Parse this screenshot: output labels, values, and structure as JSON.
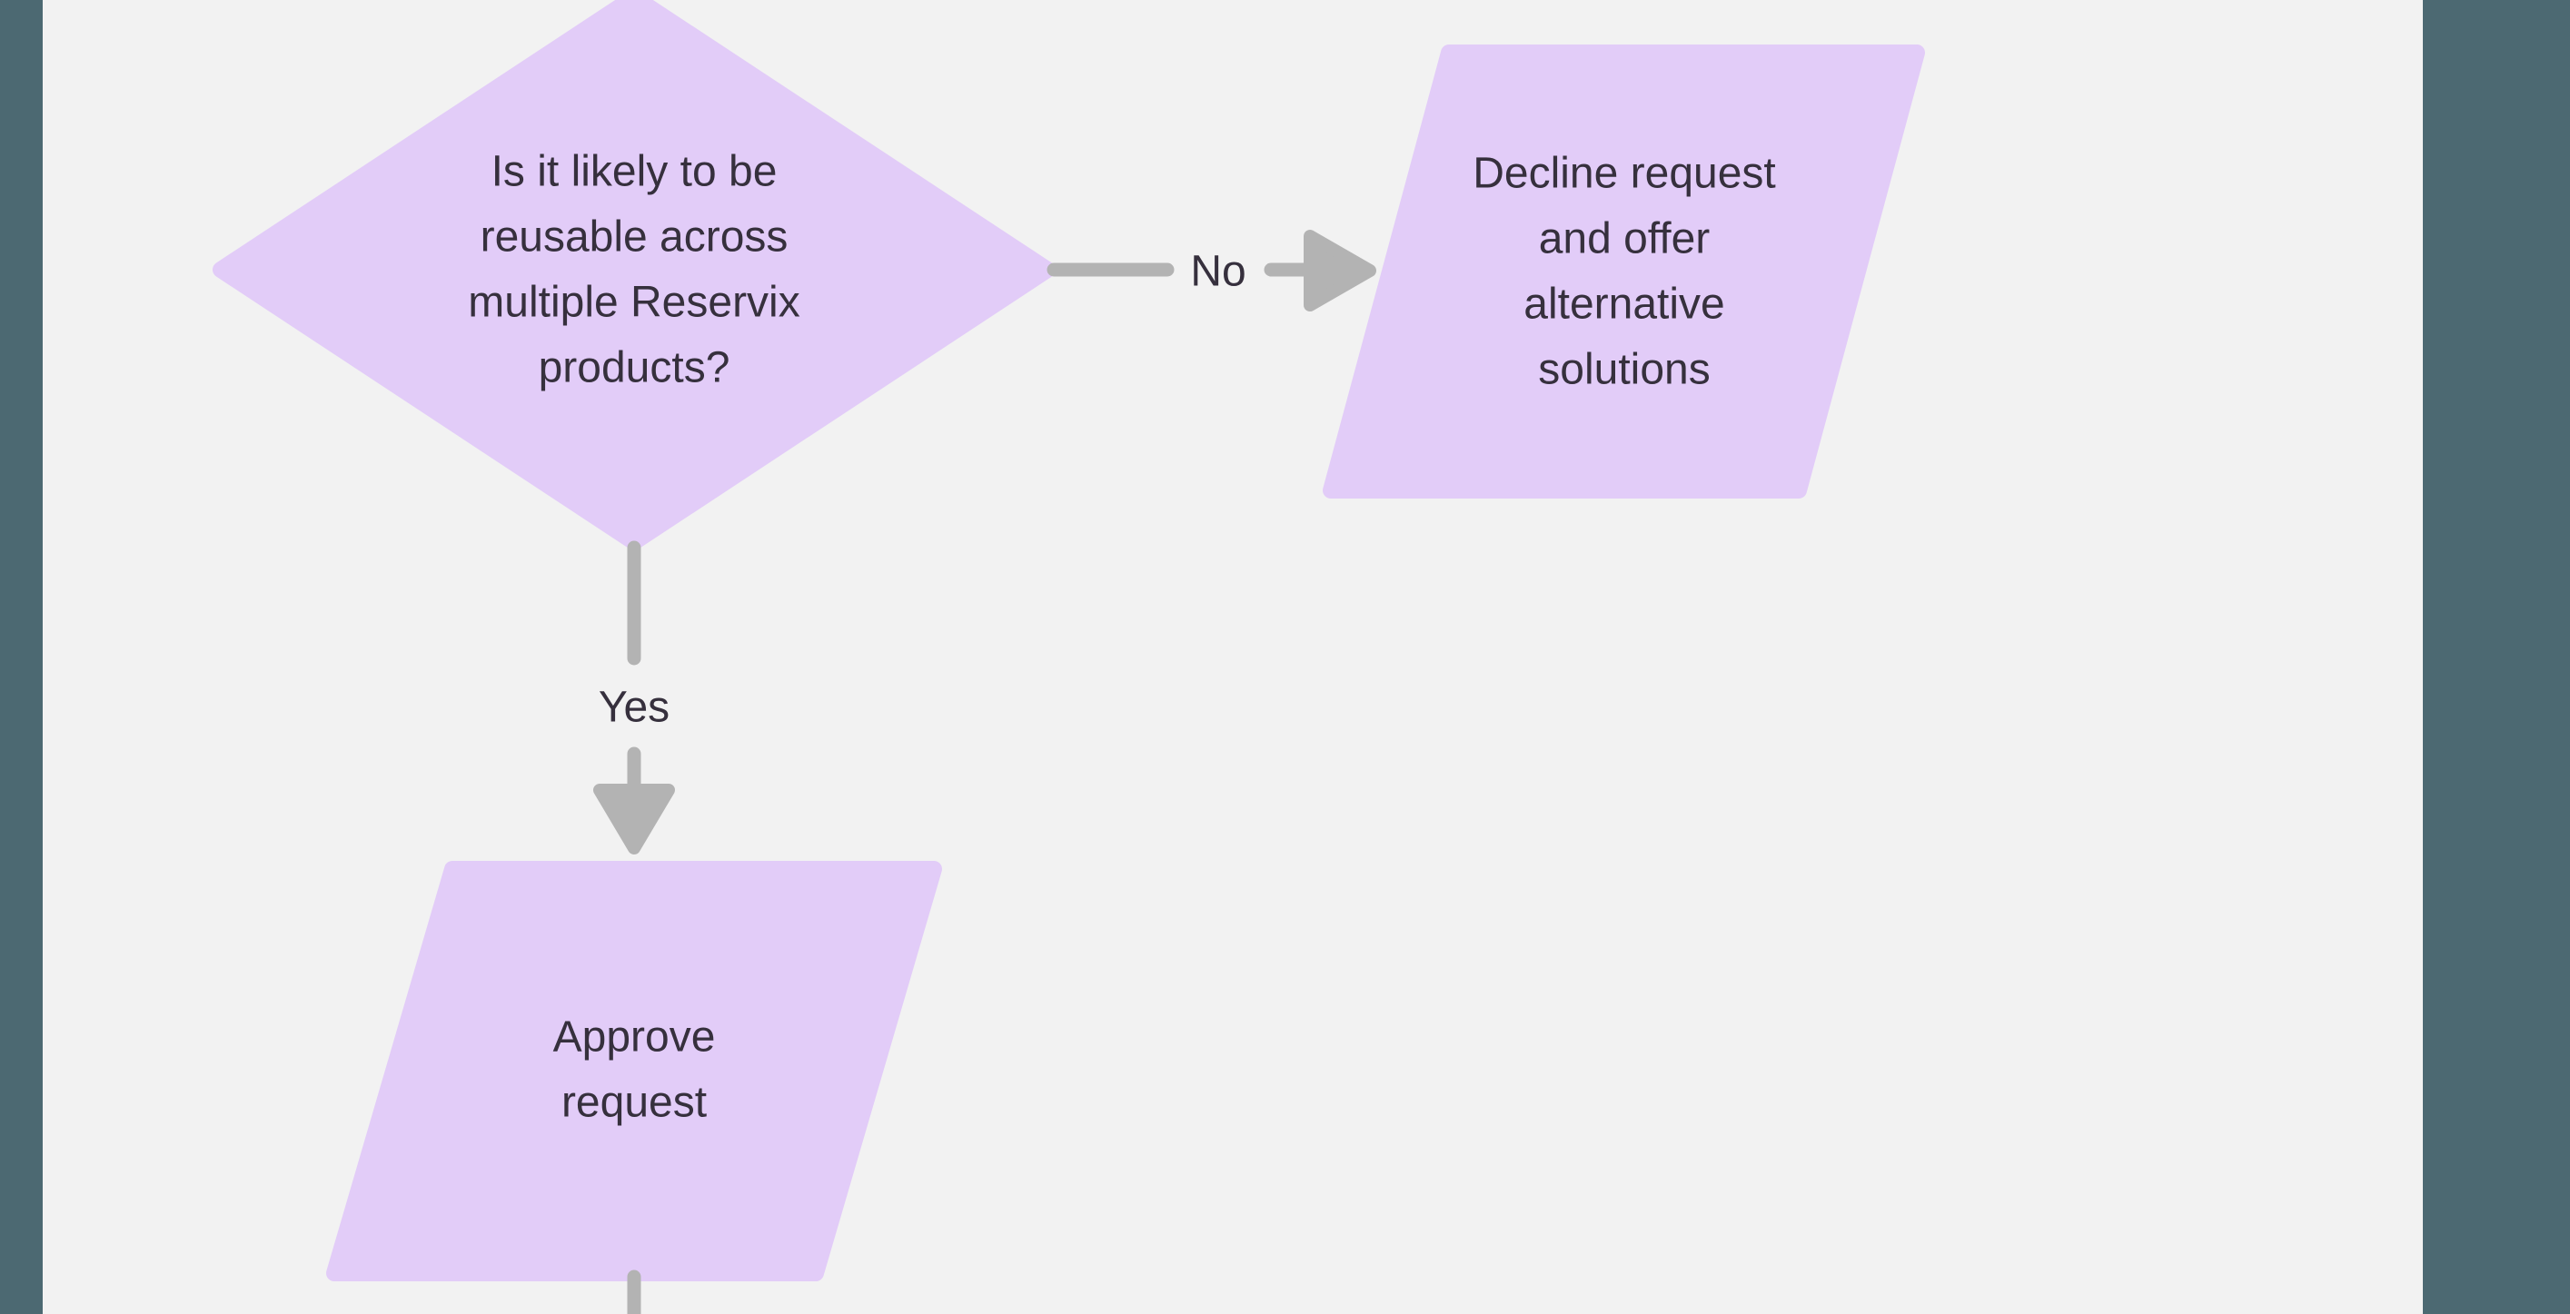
{
  "theme": {
    "bg": "#f2f2f2",
    "frame": "#4c6972",
    "shape_fill": "#e2ccf8",
    "connector": "#b3b3b3",
    "text": "#36303d"
  },
  "flowchart": {
    "decision": {
      "lines": [
        "Is it likely to be",
        "reusable across",
        "multiple Reservix",
        "products?"
      ]
    },
    "no_branch": {
      "label": "No",
      "target": {
        "lines": [
          "Decline request",
          "and offer",
          "alternative",
          "solutions"
        ]
      }
    },
    "yes_branch": {
      "label": "Yes",
      "target": {
        "lines": [
          "Approve",
          "request"
        ]
      }
    }
  }
}
